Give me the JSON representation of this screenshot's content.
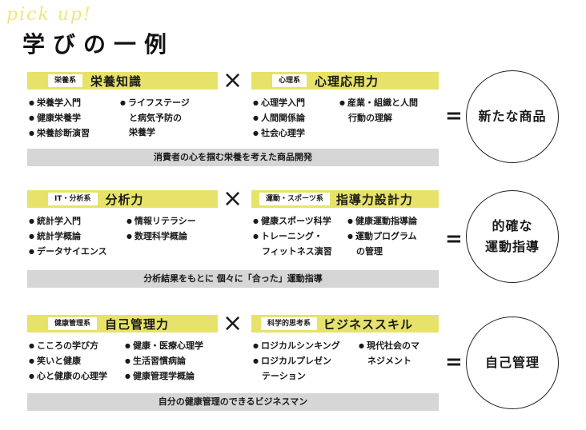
{
  "decor": "pick up!",
  "title": "学びの一例",
  "rows": [
    {
      "left": {
        "tag": "栄養系",
        "name": "栄養知識"
      },
      "times": "×",
      "right": {
        "tag": "心理系",
        "name": "心理応用力"
      },
      "left_col1": [
        "栄養学入門",
        "健康栄養学",
        "栄養診断演習"
      ],
      "left_col2": {
        "item": "ライフステージ",
        "cont": [
          "と病気予防の",
          "栄養学"
        ]
      },
      "right_col1": [
        "心理学入門",
        "人間関係論",
        "社会心理学"
      ],
      "right_col2": {
        "item": "産業・組織と人間",
        "cont": [
          "行動の理解"
        ]
      },
      "bar": "消費者の心を掴む栄養を考えた商品開発",
      "eq": "=",
      "result": [
        "新たな商品"
      ]
    },
    {
      "left": {
        "tag": "IT・分析系",
        "name": "分析力"
      },
      "times": "×",
      "right": {
        "tag": "運動・スポーツ系",
        "name": "指導力設計力"
      },
      "left_col1": [
        "統計学入門",
        "統計学概論",
        "データサイエンス"
      ],
      "left_col2": [
        "情報リテラシー",
        "数理科学概論"
      ],
      "right_col1": {
        "item": "健康スポーツ科学",
        "item2": "トレーニング・",
        "cont": "フィットネス演習"
      },
      "right_col2": {
        "item": "健康運動指導論",
        "item2": "運動プログラム",
        "cont": "の管理"
      },
      "bar": "分析結果をもとに 個々に「合った」運動指導",
      "eq": "=",
      "result": [
        "的確な",
        "運動指導"
      ]
    },
    {
      "left": {
        "tag": "健康管理系",
        "name": "自己管理力"
      },
      "times": "×",
      "right": {
        "tag": "科学的思考系",
        "name": "ビジネススキル"
      },
      "left_col1": [
        "こころの学び方",
        "笑いと健康",
        "心と健康の心理学"
      ],
      "left_col2": [
        "健康・医療心理学",
        "生活習慣病論",
        "健康管理学概論"
      ],
      "right_col1": {
        "item": "ロジカルシンキング",
        "item2": "ロジカルプレゼン",
        "cont": "テーション"
      },
      "right_col2": {
        "item": "現代社会のマ",
        "cont": [
          "ネジメント"
        ]
      },
      "bar": "自分の健康管理のできるビジネスマン",
      "eq": "=",
      "result": [
        "自己管理"
      ]
    }
  ]
}
